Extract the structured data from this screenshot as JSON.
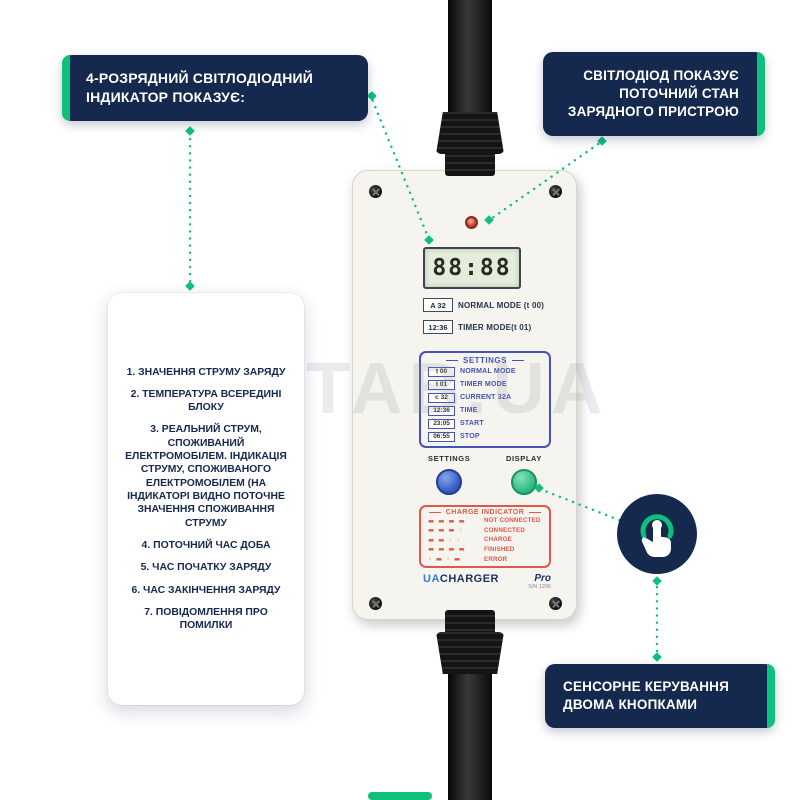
{
  "theme": {
    "navy": "#15294e",
    "green": "#0fbf7d",
    "red": "#e2574c",
    "blue": "#4653b6",
    "device_bg": "#f5f4ee",
    "led_bg": "#e6ecdc"
  },
  "callouts": {
    "top_left": {
      "text": "4-РОЗРЯДНИЙ СВІТЛОДІОДНИЙ\nІНДИКАТОР ПОКАЗУЄ:"
    },
    "top_right": {
      "text": "СВІТЛОДІОД ПОКАЗУЄ\nПОТОЧНИЙ СТАН\nЗАРЯДНОГО ПРИСТРОЮ"
    },
    "bottom_right": {
      "text": "СЕНСОРНЕ КЕРУВАННЯ\nДВОМА КНОПКАМИ"
    }
  },
  "left_list": {
    "items": [
      "1. ЗНАЧЕННЯ СТРУМУ ЗАРЯДУ",
      "2. ТЕМПЕРАТУРА ВСЕРЕДИНІ БЛОКУ",
      "3. РЕАЛЬНИЙ СТРУМ, СПОЖИВАНИЙ ЕЛЕКТРОМОБІЛЕМ. ІНДИКАЦІЯ СТРУМУ, СПОЖИВАНОГО ЕЛЕКТРОМОБІЛЕМ (НА ІНДИКАТОРІ ВИДНО ПОТОЧНЕ ЗНАЧЕННЯ СПОЖИВАННЯ СТРУМУ",
      "4. ПОТОЧНИЙ ЧАС ДОБА",
      "5. ЧАС ПОЧАТКУ ЗАРЯДУ",
      "6. ЧАС ЗАКІНЧЕННЯ ЗАРЯДУ",
      "7. ПОВІДОМЛЕННЯ ПРО ПОМИЛКИ"
    ]
  },
  "device": {
    "led_display": {
      "value": "88:88"
    },
    "mode_rows": [
      {
        "value": "A 32",
        "label": "NORMAL MODE (t 00)"
      },
      {
        "value": "12:36",
        "label": "TIMER MODE(t 01)"
      }
    ],
    "settings": {
      "title": "SETTINGS",
      "rows": [
        {
          "value": "t 00",
          "label": "NORMAL MODE"
        },
        {
          "value": "t 01",
          "label": "TIMER MODE"
        },
        {
          "value": "c 32",
          "label": "CURRENT 32A"
        },
        {
          "value": "12:36",
          "label": "TIME"
        },
        {
          "value": "23:05",
          "label": "START"
        },
        {
          "value": "06:55",
          "label": "STOP"
        }
      ]
    },
    "buttons": [
      {
        "label": "SETTINGS"
      },
      {
        "label": "DISPLAY"
      }
    ],
    "charge_indicator": {
      "title": "CHARGE INDICATOR",
      "rows": [
        {
          "pattern": "▬ ▬ ▬ ▬",
          "label": "NOT CONNECTED"
        },
        {
          "pattern": "▬ ▬ ▬ ◦",
          "label": "CONNECTED"
        },
        {
          "pattern": "▬ ▬ ◦ ◦",
          "label": "CHARGE"
        },
        {
          "pattern": "▬ ▬ ▬ ▬",
          "label": "FINISHED"
        },
        {
          "pattern": "◦ ▬ ◦ ▬",
          "label": "ERROR"
        }
      ]
    },
    "brand": {
      "prefix": "UA",
      "name": "CHARGER",
      "model": "Pro",
      "serial": "S/N 1296"
    }
  },
  "watermark": "TAB.UA"
}
